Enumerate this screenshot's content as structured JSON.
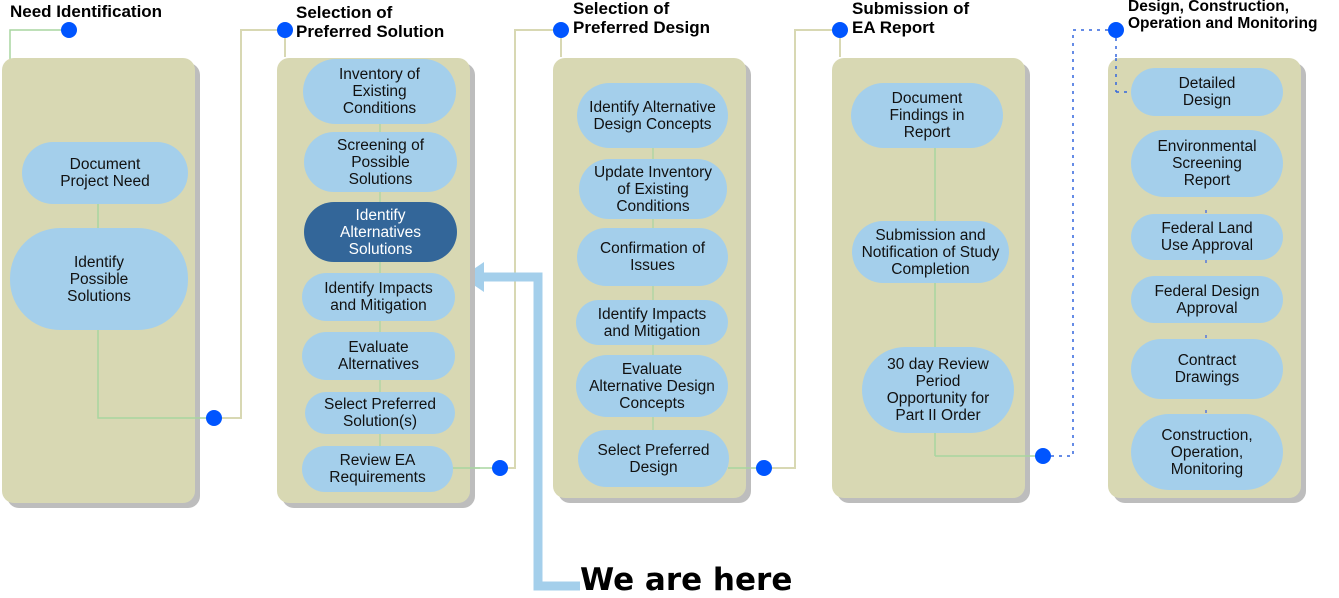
{
  "diagram": {
    "stages": [
      {
        "title": "Need Identification",
        "steps": [
          "Document\nProject Need",
          "Identify\nPossible\nSolutions"
        ]
      },
      {
        "title": "Selection of\nPreferred Solution",
        "steps": [
          "Inventory of\nExisting\nConditions",
          "Screening of\nPossible\nSolutions",
          "Identify\nAlternatives\nSolutions",
          "Identify Impacts\nand Mitigation",
          "Evaluate\nAlternatives",
          "Select Preferred\nSolution(s)",
          "Review EA\nRequirements"
        ],
        "current_step": 2
      },
      {
        "title": "Selection of\nPreferred Design",
        "steps": [
          "Identify Alternative\nDesign Concepts",
          "Update Inventory\nof Existing\nConditions",
          "Confirmation of\nIssues",
          "Identify Impacts\nand Mitigation",
          "Evaluate\nAlternative Design\nConcepts",
          "Select Preferred\nDesign"
        ]
      },
      {
        "title": "Submission of\nEA Report",
        "steps": [
          "Document\nFindings in\nReport",
          "Submission and\nNotification of Study\nCompletion",
          "30 day Review\nPeriod\nOpportunity for\nPart II Order"
        ]
      },
      {
        "title": "Design, Construction,\nOperation and Monitoring",
        "steps": [
          "Detailed\nDesign",
          "Environmental\nScreening\nReport",
          "Federal Land\nUse Approval",
          "Federal Design\nApproval",
          "Contract\nDrawings",
          "Construction,\nOperation,\nMonitoring"
        ]
      }
    ],
    "indicator_label": "We are here",
    "colors": {
      "panel": "#d8d8b3",
      "step": "#a4cfeb",
      "current_step": "#336699",
      "connector_dot": "#0055ff",
      "arrow": "#a4cfeb"
    }
  }
}
